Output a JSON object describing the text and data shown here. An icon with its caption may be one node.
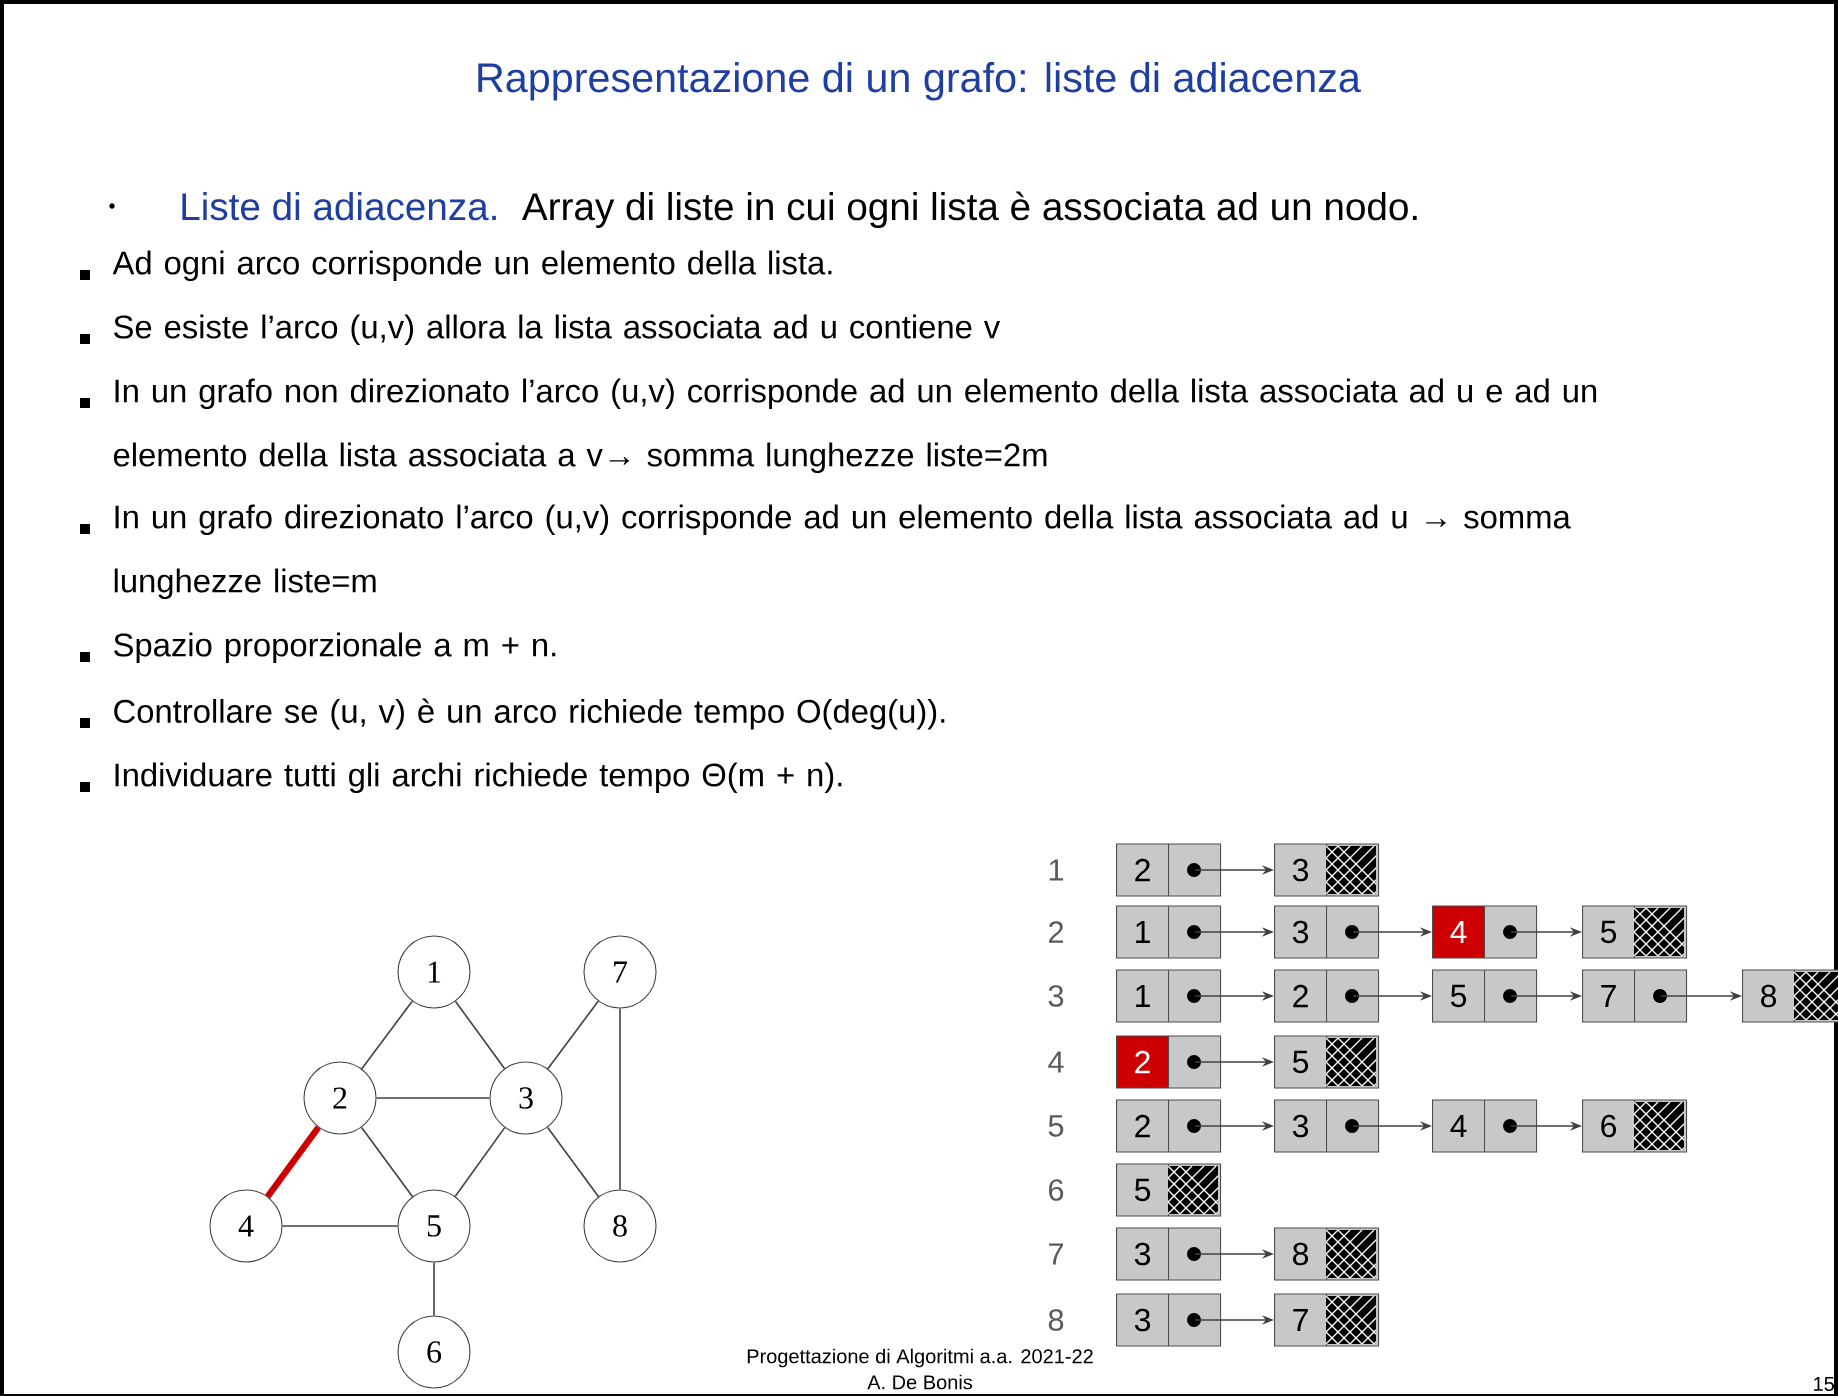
{
  "diagram": {
    "title": "Rappresentazione di un grafo: liste di adiacenza",
    "nodes": [
      {
        "text": [
          "1"
        ]
      },
      {
        "text": [
          "2"
        ]
      },
      {
        "text": [
          "3"
        ]
      },
      {
        "text": [
          "4"
        ]
      },
      {
        "text": [
          "5"
        ]
      },
      {
        "text": [
          "6"
        ]
      },
      {
        "text": [
          "7"
        ]
      },
      {
        "text": [
          "8"
        ]
      },
      {
        "text": [
          "2"
        ]
      },
      {
        "text": [
          "3"
        ]
      },
      {
        "text": [
          "1"
        ]
      },
      {
        "text": [
          "3"
        ]
      },
      {
        "text": [
          "4"
        ]
      },
      {
        "text": [
          "5"
        ]
      },
      {
        "text": [
          "1"
        ]
      },
      {
        "text": [
          "2"
        ]
      },
      {
        "text": [
          "5"
        ]
      },
      {
        "text": [
          "7"
        ]
      },
      {
        "text": [
          "8"
        ]
      },
      {
        "text": [
          "2"
        ]
      },
      {
        "text": [
          "5"
        ]
      },
      {
        "text": [
          "2"
        ]
      },
      {
        "text": [
          "3"
        ]
      },
      {
        "text": [
          "4"
        ]
      },
      {
        "text": [
          "6"
        ]
      },
      {
        "text": [
          "5"
        ]
      },
      {
        "text": [
          "3"
        ]
      },
      {
        "text": [
          "8"
        ]
      },
      {
        "text": [
          "3"
        ]
      },
      {
        "text": [
          "7"
        ]
      }
    ],
    "edges": [
      {
        "from": 0,
        "to": 1,
        "arrow": "none"
      },
      {
        "from": 0,
        "to": 2,
        "arrow": "none"
      },
      {
        "from": 1,
        "to": 2,
        "arrow": "none"
      },
      {
        "from": 1,
        "to": 3,
        "arrow": "none",
        "style": "thick",
        "color": "#cc0000"
      },
      {
        "from": 1,
        "to": 4,
        "arrow": "none"
      },
      {
        "from": 2,
        "to": 4,
        "arrow": "none"
      },
      {
        "from": 2,
        "to": 6,
        "arrow": "none"
      },
      {
        "from": 2,
        "to": 7,
        "arrow": "none"
      },
      {
        "from": 6,
        "to": 7,
        "arrow": "none"
      },
      {
        "from": 3,
        "to": 4,
        "arrow": "none"
      },
      {
        "from": 4,
        "to": 5,
        "arrow": "none"
      },
      {
        "from": 8,
        "to": 9,
        "arrow": "to"
      },
      {
        "from": 10,
        "to": 11,
        "arrow": "to"
      },
      {
        "from": 11,
        "to": 12,
        "arrow": "to"
      },
      {
        "from": 12,
        "to": 13,
        "arrow": "to"
      },
      {
        "from": 14,
        "to": 15,
        "arrow": "to"
      },
      {
        "from": 15,
        "to": 16,
        "arrow": "to"
      },
      {
        "from": 16,
        "to": 17,
        "arrow": "to"
      },
      {
        "from": 17,
        "to": 18,
        "arrow": "to"
      },
      {
        "from": 19,
        "to": 20,
        "arrow": "to"
      },
      {
        "from": 21,
        "to": 22,
        "arrow": "to"
      },
      {
        "from": 22,
        "to": 23,
        "arrow": "to"
      },
      {
        "from": 23,
        "to": 24,
        "arrow": "to"
      },
      {
        "from": 26,
        "to": 27,
        "arrow": "to"
      },
      {
        "from": 28,
        "to": 29,
        "arrow": "to"
      }
    ],
    "labels": [
      "Liste di adiacenza.",
      "Array di liste in cui ogni lista è associata ad un nodo.",
      "Ad ogni arco corrisponde un elemento della lista.",
      "Se esiste l’arco (u,v) allora la lista associata ad u contiene v",
      "In un grafo non direzionato l’arco (u,v) corrisponde ad un elemento della lista associata ad u e ad un elemento della lista associata a v→ somma lunghezze liste=2m",
      "In un grafo direzionato l’arco (u,v) corrisponde ad un elemento della lista associata ad u → somma lunghezze liste=m",
      "Spazio proporzionale a m + n.",
      "Controllare se (u, v) è un arco richiede tempo O(deg(u)).",
      "Individuare tutti gli archi richiede tempo Θ(m + n).",
      "1",
      "2",
      "3",
      "4",
      "5",
      "6",
      "7",
      "8",
      "Progettazione di Algoritmi a.a. 2021-22",
      "A. De Bonis",
      "15"
    ]
  }
}
